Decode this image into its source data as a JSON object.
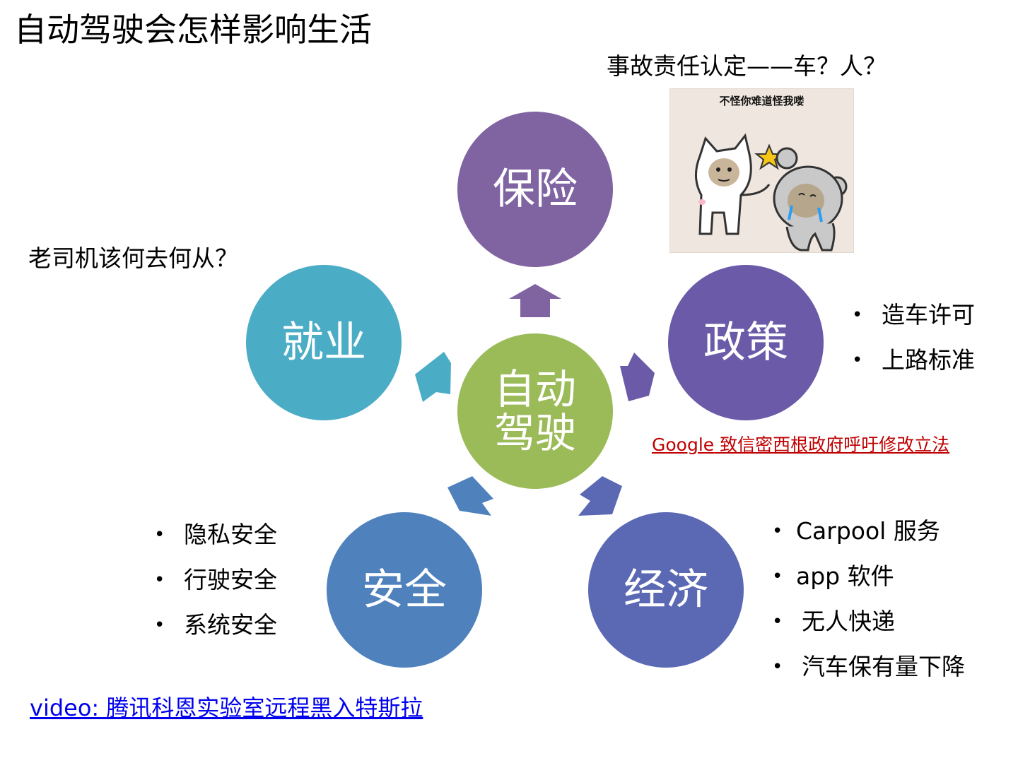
{
  "title": "自动驾驶会怎样影响生活",
  "top_note": "事故责任认定——车？人？",
  "left_note": "老司机该何去何从？",
  "meme": {
    "caption": "不怪你难道怪我喽"
  },
  "center": {
    "line1": "自动",
    "line2": "驾驶",
    "color": "#9bbb59"
  },
  "nodes": {
    "insurance": {
      "label": "保险",
      "color": "#8064a2"
    },
    "employment": {
      "label": "就业",
      "color": "#4bacc6"
    },
    "policy": {
      "label": "政策",
      "color": "#6a5aa8"
    },
    "security": {
      "label": "安全",
      "color": "#4f81bd"
    },
    "economy": {
      "label": "经济",
      "color": "#5b69b4"
    }
  },
  "policy_bullets": [
    "造车许可",
    "上路标准"
  ],
  "security_bullets": [
    "隐私安全",
    "行驶安全",
    "系统安全"
  ],
  "economy_bullets": [
    "Carpool 服务",
    "app 软件",
    "无人快递",
    "汽车保有量下降"
  ],
  "google_link": {
    "part1": "Google",
    "part2": "致信密西根政府呼吁修改立法",
    "color": "#c00000"
  },
  "video_link": {
    "text": "video: 腾讯科恩实验室远程黑入特斯拉",
    "color": "#0000ee"
  }
}
